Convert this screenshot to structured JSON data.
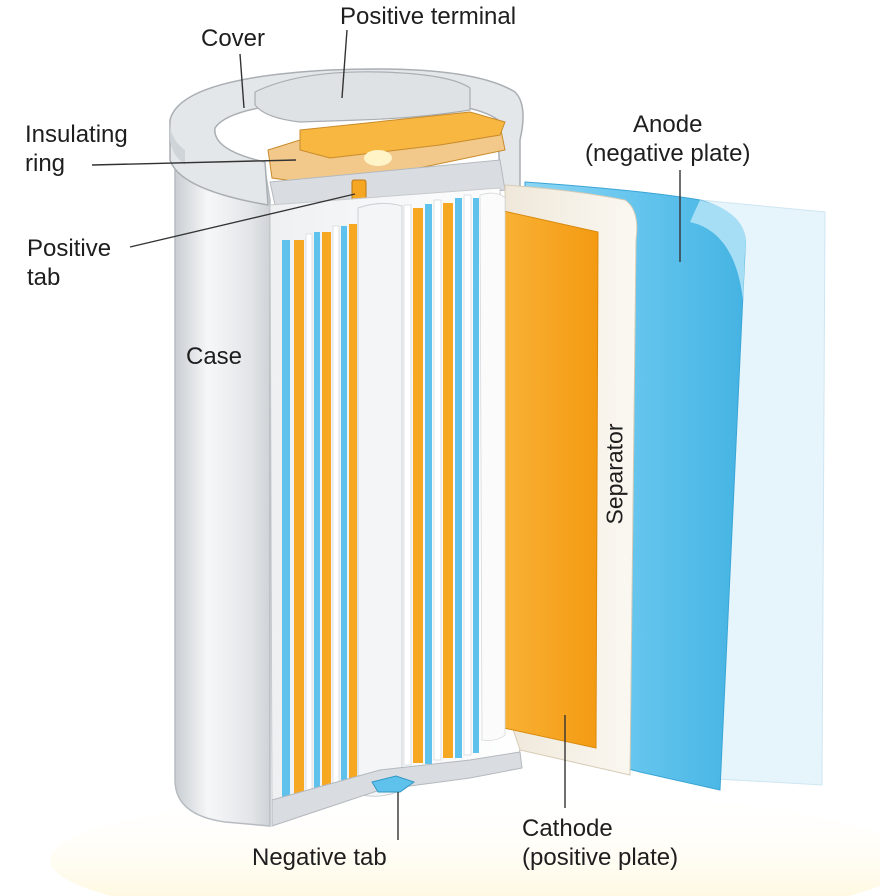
{
  "labels": {
    "cover": "Cover",
    "positive_terminal": "Positive terminal",
    "insulating_ring": [
      "Insulating",
      "ring"
    ],
    "positive_tab": [
      "Positive",
      "tab"
    ],
    "case": "Case",
    "anode": [
      "Anode",
      "(negative plate)"
    ],
    "separator": "Separator",
    "cathode": [
      "Cathode",
      "(positive plate)"
    ],
    "negative_tab": "Negative tab"
  },
  "colors": {
    "cathode": "#f7a823",
    "anode": "#5ec2ec",
    "case": "#e9ecef",
    "separator": "#f6f2ea",
    "lead_line": "#333333"
  }
}
